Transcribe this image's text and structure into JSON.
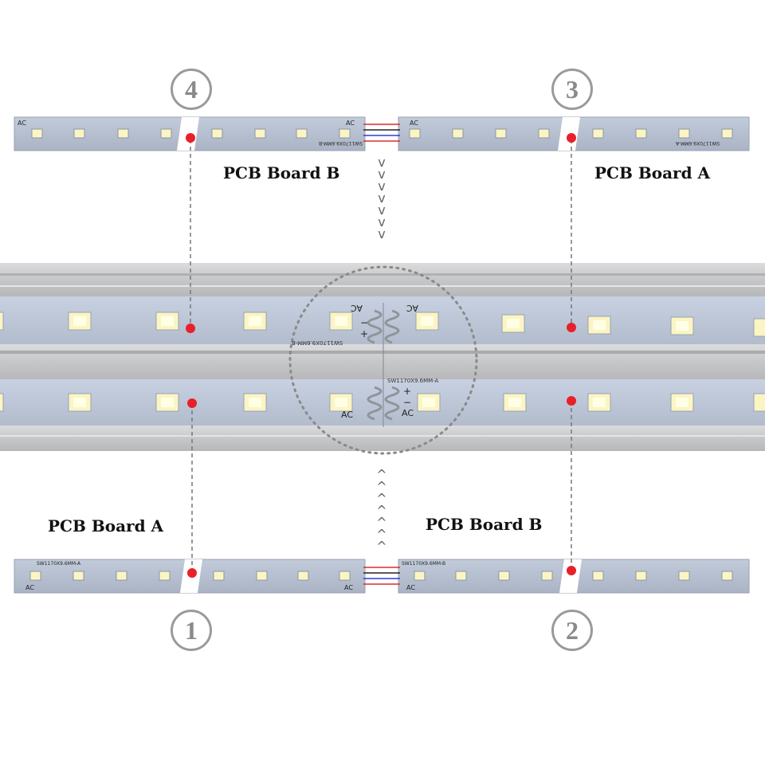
{
  "labels": {
    "top_left": "PCB Board B",
    "top_right": "PCB Board A",
    "bottom_left": "PCB Board A",
    "bottom_right": "PCB Board B"
  },
  "numbers": {
    "n1": "1",
    "n2": "2",
    "n3": "3",
    "n4": "4"
  },
  "board_text": {
    "ac": "AC",
    "plus": "+",
    "minus": "−",
    "model_a": "SW1170X9.6MM-A",
    "model_b": "SW1170X9.6MM-B"
  },
  "arrows": {
    "down": "v",
    "up": "^"
  },
  "colors": {
    "board": "#b9c3d4",
    "led": "#fbf5c4",
    "marker": "#e8202a",
    "tube": "#c9cacc",
    "dashed": "#777777"
  }
}
